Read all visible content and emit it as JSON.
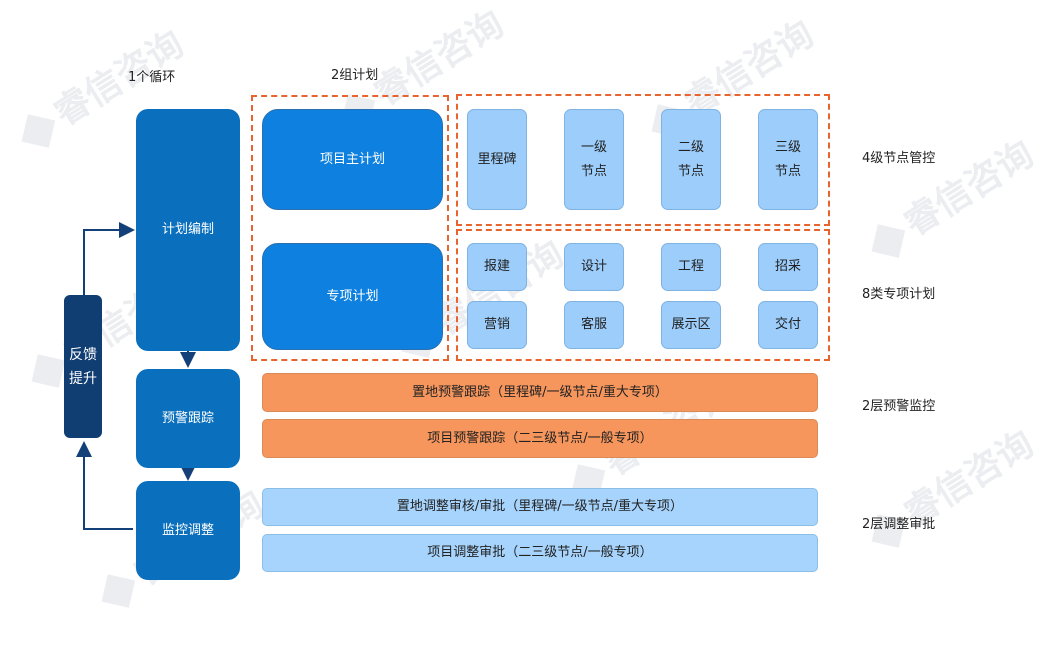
{
  "watermark": "睿信咨询",
  "headers": {
    "loop": "1个循环",
    "plans": "2组计划"
  },
  "side_labels": {
    "nodes": "4级节点管控",
    "special": "8类专项计划",
    "warning": "2层预警监控",
    "adjust": "2层调整审批"
  },
  "feedback": "反馈\n提升",
  "steps": [
    "计划编制",
    "预警跟踪",
    "监控调整"
  ],
  "plans": [
    "项目主计划",
    "专项计划"
  ],
  "node_levels": [
    "里程碑",
    "一级\n节点",
    "二级\n节点",
    "三级\n节点"
  ],
  "special_plans": [
    "报建",
    "设计",
    "工程",
    "招采",
    "营销",
    "客服",
    "展示区",
    "交付"
  ],
  "warning_rows": [
    "置地预警跟踪（里程碑/一级节点/重大专项）",
    "项目预警跟踪（二三级节点/一般专项）"
  ],
  "adjust_rows": [
    "置地调整审核/审批（里程碑/一级节点/重大专项）",
    "项目调整审批（二三级节点/一般专项）"
  ],
  "colors": {
    "step": "#0a6fbd",
    "feedback": "#103d72",
    "plan": "#0e80e0",
    "node": "#9ccdfb",
    "warning": "#f6955c",
    "adjust": "#a7d4fd",
    "dashed": "#e8642f",
    "arrow": "#14407a"
  }
}
